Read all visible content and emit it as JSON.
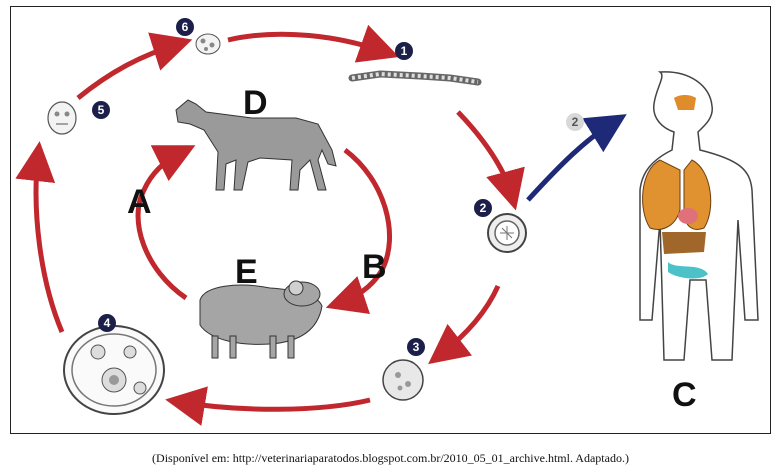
{
  "labels": {
    "A": "A",
    "B": "B",
    "C": "C",
    "D": "D",
    "E": "E"
  },
  "stages": [
    "1",
    "2",
    "3",
    "4",
    "5",
    "6"
  ],
  "human_marker": "2",
  "caption": "(Disponível em: http://veterinariaparatodos.blogspot.com.br/2010_05_01_archive.html. Adaptado.)",
  "colors": {
    "arrow_red": "#c0282d",
    "arrow_blue": "#1e2a78",
    "animal_gray": "#9a9a9a",
    "badge": "#1c1f4a"
  }
}
